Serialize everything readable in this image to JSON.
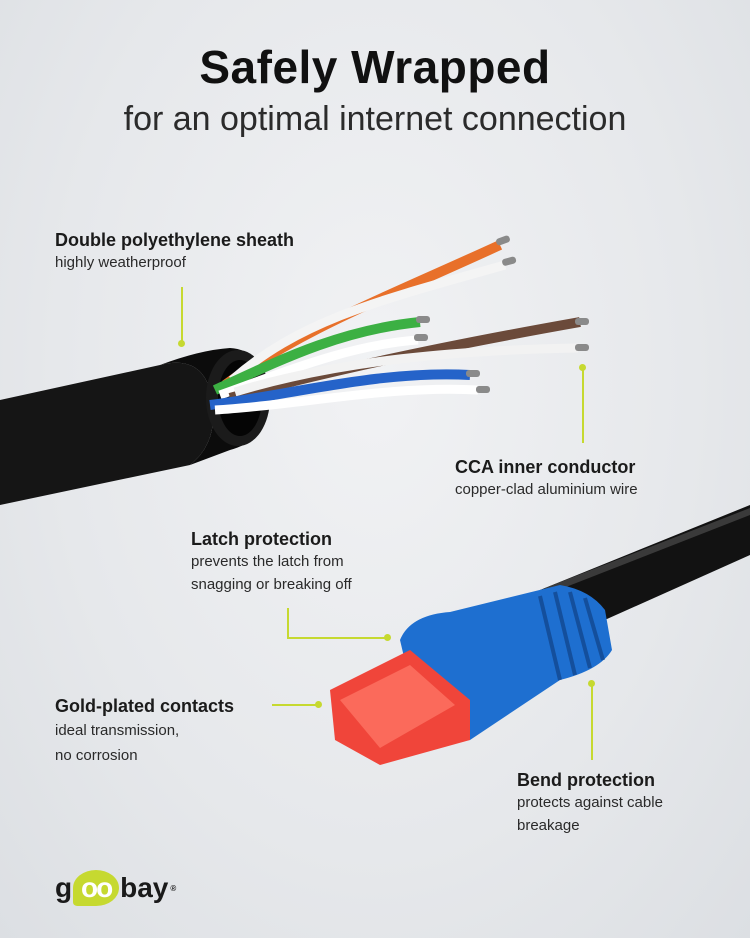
{
  "header": {
    "title": "Safely Wrapped",
    "subtitle": "for an optimal internet connection"
  },
  "callouts": [
    {
      "heading": "Double polyethylene sheath",
      "description": [
        "highly weatherproof"
      ]
    },
    {
      "heading": "CCA inner conductor",
      "description": [
        "copper-clad aluminium wire"
      ]
    },
    {
      "heading": "Latch protection",
      "description": [
        "prevents the latch from",
        "snagging or breaking off"
      ]
    },
    {
      "heading": "Gold-plated contacts",
      "description": [
        "ideal transmission,",
        "no corrosion"
      ]
    },
    {
      "heading": "Bend protection",
      "description": [
        "protects against cable",
        "breakage"
      ]
    }
  ],
  "brand": {
    "logo_text_left": "g",
    "logo_text_bubble": "oo",
    "logo_text_right": "bay",
    "registered": "®",
    "accent_color": "#c6d930"
  },
  "colors": {
    "cable_jacket": "#111111",
    "boot": "#1e6fd0",
    "connector": "#f0453a",
    "wire_orange": "#e8702a",
    "wire_green": "#3cb043",
    "wire_blue": "#2563c9",
    "wire_brown": "#6b4a3a"
  }
}
